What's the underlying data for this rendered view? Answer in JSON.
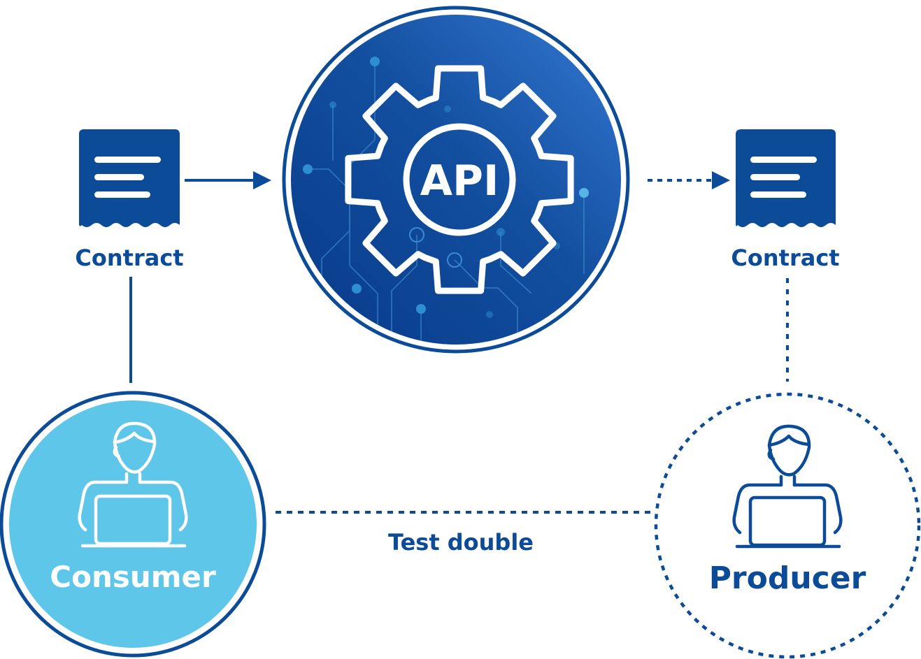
{
  "contract_left": {
    "label": "Contract"
  },
  "contract_right": {
    "label": "Contract"
  },
  "api": {
    "label": "API"
  },
  "consumer": {
    "label": "Consumer"
  },
  "producer": {
    "label": "Producer"
  },
  "edge_test_double": {
    "label": "Test double"
  },
  "colors": {
    "navy": "#0b4b97",
    "api_blue_dark": "#0a3e8f",
    "api_blue_light": "#2f72cf",
    "consumer_fill": "#5ec6e8",
    "white": "#ffffff"
  }
}
